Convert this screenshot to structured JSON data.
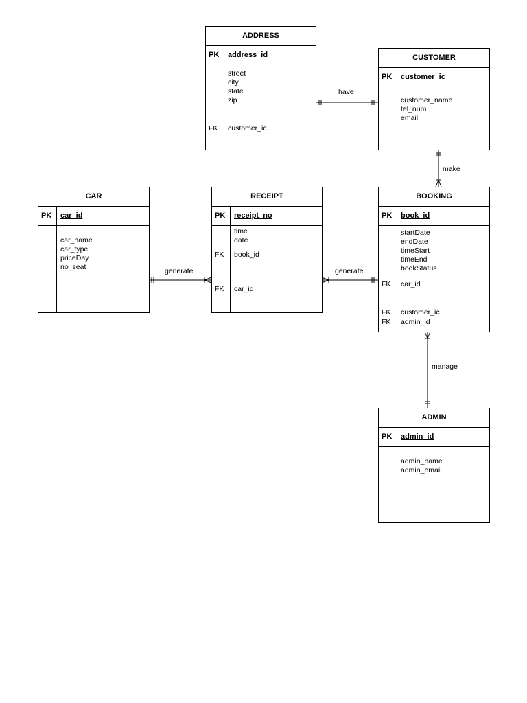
{
  "entities": {
    "address": {
      "title": "ADDRESS",
      "pk_label": "PK",
      "pk": "address_id",
      "attrs": [
        "street",
        "city",
        "state",
        "zip"
      ],
      "fk_label": "FK",
      "fk": "customer_ic"
    },
    "customer": {
      "title": "CUSTOMER",
      "pk_label": "PK",
      "pk": "customer_ic",
      "attrs": [
        "customer_name",
        "tel_num",
        "email"
      ]
    },
    "car": {
      "title": "CAR",
      "pk_label": "PK",
      "pk": "car_id",
      "attrs": [
        "car_name",
        "car_type",
        "priceDay",
        "no_seat"
      ]
    },
    "receipt": {
      "title": "RECEIPT",
      "pk_label": "PK",
      "pk": "receipt_no",
      "attrs": [
        "time",
        "date"
      ],
      "fks": [
        {
          "label": "FK",
          "name": "book_id"
        },
        {
          "label": "FK",
          "name": "car_id"
        }
      ]
    },
    "booking": {
      "title": "BOOKING",
      "pk_label": "PK",
      "pk": "book_id",
      "attrs": [
        "startDate",
        "endDate",
        "timeStart",
        "timeEnd",
        "bookStatus"
      ],
      "fks": [
        {
          "label": "FK",
          "name": "car_id"
        },
        {
          "label": "FK",
          "name": "customer_ic"
        },
        {
          "label": "FK",
          "name": "admin_id"
        }
      ]
    },
    "admin": {
      "title": "ADMIN",
      "pk_label": "PK",
      "pk": "admin_id",
      "attrs": [
        "admin_name",
        "admin_email"
      ]
    }
  },
  "relationships": {
    "address_customer": "have",
    "customer_booking": "make",
    "car_receipt": "generate",
    "receipt_booking": "generate",
    "booking_admin": "manage"
  }
}
